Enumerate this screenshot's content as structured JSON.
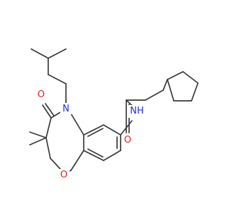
{
  "structure": {
    "atom_colors": {
      "N": "#1f2fd0",
      "O": "#e0211b",
      "C": "#3a3a3a"
    },
    "labels": {
      "n_ring": "N",
      "o_ketone": "O",
      "o_ring": "O",
      "nh_amide": "NH",
      "o_amide": "O"
    }
  }
}
